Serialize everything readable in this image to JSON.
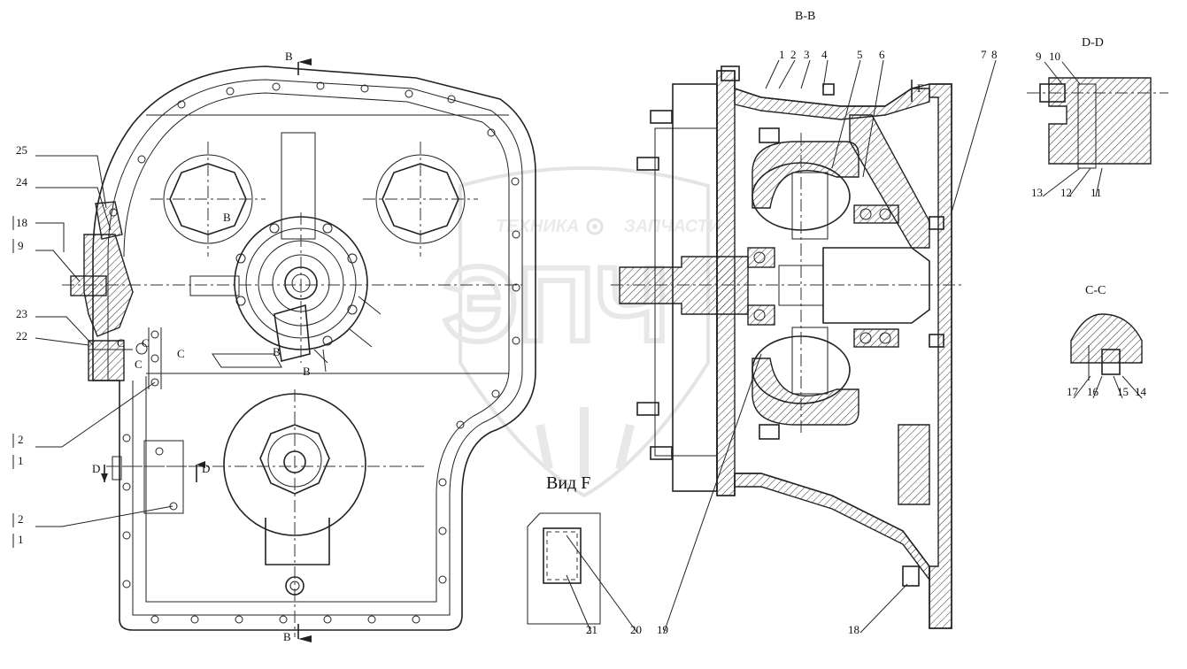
{
  "views": {
    "bb_title": "B-B",
    "dd_title": "D-D",
    "cc_title": "C-C",
    "vid_f": "Вид F"
  },
  "section_marks": {
    "B": "B",
    "C": "C",
    "D": "D",
    "F": "F"
  },
  "callouts": {
    "c1": "1",
    "c2": "2",
    "c3": "3",
    "c4": "4",
    "c5": "5",
    "c6": "6",
    "c7": "7",
    "c8": "8",
    "c9": "9",
    "c10": "10",
    "c11": "11",
    "c12": "12",
    "c13": "13",
    "c14": "14",
    "c15": "15",
    "c16": "16",
    "c17": "17",
    "c18": "18",
    "c19": "19",
    "c20": "20",
    "c21": "21",
    "c22": "22",
    "c23": "23",
    "c24": "24",
    "c25": "25"
  },
  "watermark": {
    "left": "ТЕХНИКА",
    "right": "ЗАПЧАСТИ",
    "logo": "ЭПЧ",
    "gear_icon": "gear-icon"
  }
}
